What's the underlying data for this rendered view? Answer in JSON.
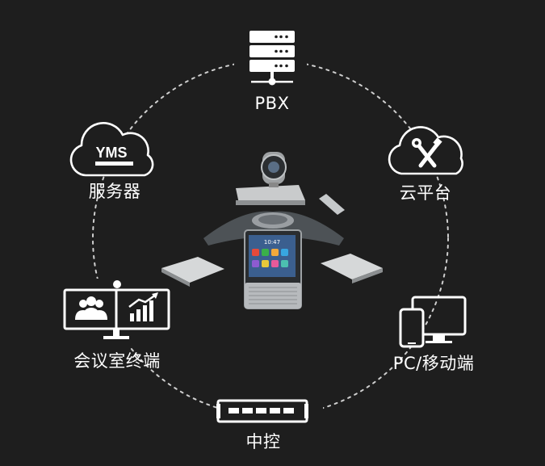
{
  "nodes": {
    "pbx": {
      "label": "PBX"
    },
    "cloud": {
      "label": "云平台"
    },
    "pc_mobile": {
      "label": "PC/移动端"
    },
    "control": {
      "label": "中控"
    },
    "room_terminal": {
      "label": "会议室终端"
    },
    "yms": {
      "label": "服务器",
      "badge": "YMS"
    }
  },
  "device": {
    "screen_time": "10:47"
  },
  "colors": {
    "background": "#1e1e1e",
    "foreground": "#ffffff",
    "dashed_ring": "#cfcfcf"
  }
}
